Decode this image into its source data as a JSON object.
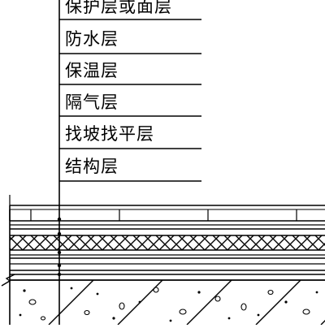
{
  "layers": [
    {
      "label": "保护层或面层"
    },
    {
      "label": "防水层"
    },
    {
      "label": "保温层"
    },
    {
      "label": "隔气层"
    },
    {
      "label": "找坡找平层"
    },
    {
      "label": "结构层"
    }
  ]
}
